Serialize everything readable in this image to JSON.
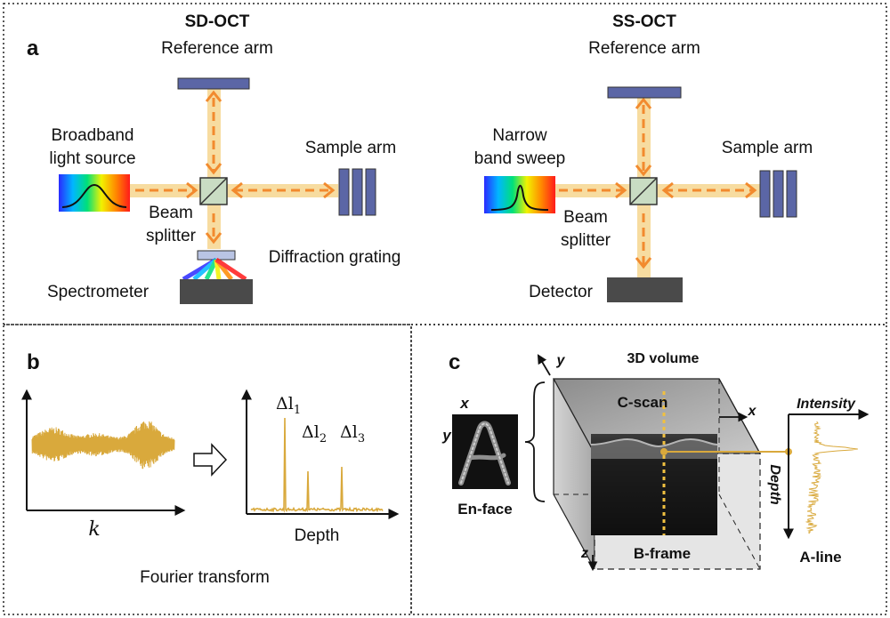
{
  "panel_a": {
    "letter": "a",
    "sd": {
      "title": "SD-OCT",
      "reference_arm": "Reference arm",
      "source": [
        "Broadband",
        "light source"
      ],
      "sample_arm": "Sample arm",
      "beam_splitter": [
        "Beam",
        "splitter"
      ],
      "grating": "Diffraction grating",
      "spectrometer": "Spectrometer"
    },
    "ss": {
      "title": "SS-OCT",
      "reference_arm": "Reference arm",
      "source": [
        "Narrow",
        "band sweep"
      ],
      "sample_arm": "Sample arm",
      "beam_splitter": [
        "Beam",
        "splitter"
      ],
      "detector": "Detector"
    }
  },
  "panel_b": {
    "letter": "b",
    "x_label": "k",
    "depth_label": "Depth",
    "transform": "Fourier transform",
    "peaks": [
      {
        "base": "Δl",
        "sub": "1"
      },
      {
        "base": "Δl",
        "sub": "2"
      },
      {
        "base": "Δl",
        "sub": "3"
      }
    ]
  },
  "panel_c": {
    "letter": "c",
    "volume": "3D volume",
    "cscan": "C-scan",
    "bframe": "B-frame",
    "enface": "En-face",
    "enface_x": "x",
    "enface_y": "y",
    "axis_y": "y",
    "axis_x": "x",
    "axis_z": "z",
    "intensity": "Intensity",
    "depth": "Depth",
    "aline": "A-line"
  },
  "colors": {
    "beam_glow": "#f7dca0",
    "beam_arrow": "#f28a2e",
    "component": "#5b66a6",
    "dark_block": "#4a4a4a",
    "signal": "#d9a93c",
    "border": "#222222"
  }
}
